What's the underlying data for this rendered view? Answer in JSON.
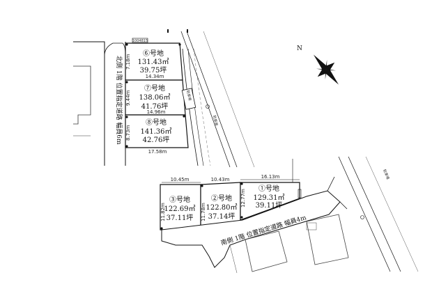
{
  "north_label": "N",
  "upper_block": {
    "road_label": "北側 1階 位置指定道路 幅員6m",
    "park_label": "駐車場",
    "parking_label": "駐車場",
    "tag_label": "1004815",
    "lots": [
      {
        "name": "⑥号地",
        "area_m2": "131.43㎡",
        "area_tsubo": "39.75坪",
        "side_dim": "7.18m",
        "bottom_dim": "14.34m"
      },
      {
        "name": "⑦号地",
        "area_m2": "138.06㎡",
        "area_tsubo": "41.76坪",
        "side_dim": "9.44m",
        "bottom_dim": "14.96m"
      },
      {
        "name": "⑧号地",
        "area_m2": "141.36㎡",
        "area_tsubo": "42.76坪",
        "side_dim": "8.73m",
        "bottom_dim": "17.58m"
      }
    ]
  },
  "lower_block": {
    "road_label": "南側 1階 位置指定道路 幅員4m",
    "parking_label": "駐車場",
    "top_dim": "16.13m",
    "lots": [
      {
        "name": "③号地",
        "area_m2": "122.69㎡",
        "area_tsubo": "37.11坪",
        "top_dim": "10.45m",
        "side_dim": "11.82m"
      },
      {
        "name": "②号地",
        "area_m2": "122.80㎡",
        "area_tsubo": "37.14坪",
        "top_dim": "10.43m",
        "side_dim": "11.78m"
      },
      {
        "name": "①号地",
        "area_m2": "129.31㎡",
        "area_tsubo": "39.11坪",
        "top_dim": "",
        "side_dim": "12.77m"
      }
    ]
  }
}
